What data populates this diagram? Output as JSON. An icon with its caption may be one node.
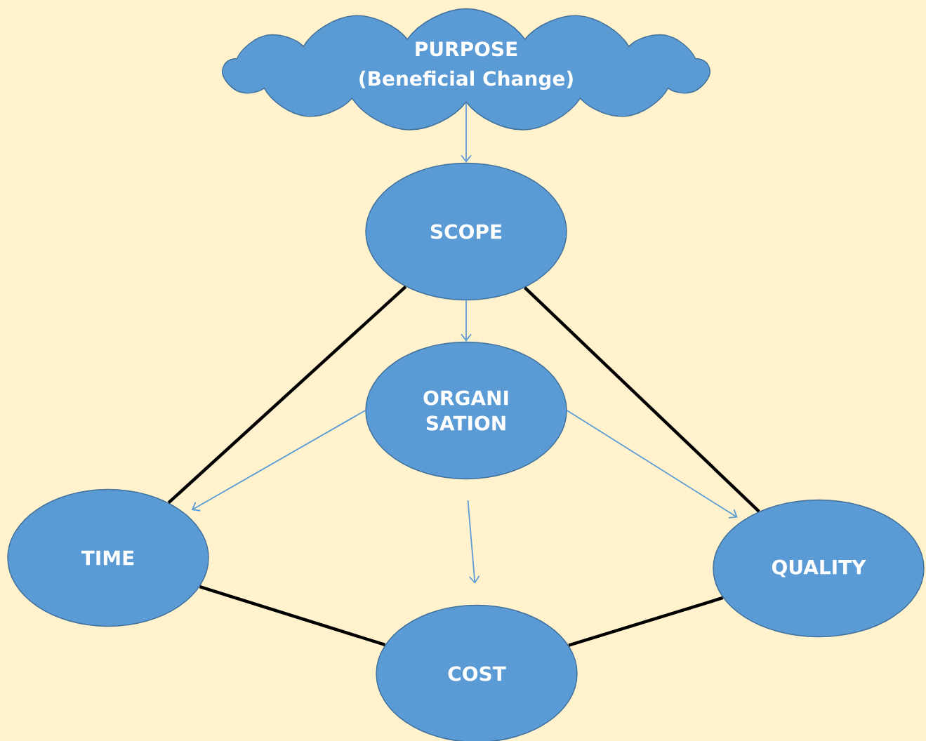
{
  "diagram": {
    "nodes": [
      {
        "text": [
          "PURPOSE",
          "(Beneficial Change)"
        ]
      },
      {
        "text": [
          "SCOPE"
        ]
      },
      {
        "text": [
          "ORGANI SATION"
        ]
      },
      {
        "text": [
          "TIME"
        ]
      },
      {
        "text": [
          "QUALITY"
        ]
      },
      {
        "text": [
          "COST"
        ]
      }
    ],
    "edges": [
      {
        "from": 0,
        "to": 1,
        "arrow": "to",
        "color": "#5b9bd5"
      },
      {
        "from": 1,
        "to": 2,
        "arrow": "to",
        "color": "#5b9bd5"
      },
      {
        "from": 2,
        "to": 3,
        "arrow": "to",
        "color": "#5b9bd5"
      },
      {
        "from": 2,
        "to": 4,
        "arrow": "to",
        "color": "#5b9bd5"
      },
      {
        "from": 2,
        "to": 5,
        "arrow": "to",
        "color": "#5b9bd5"
      },
      {
        "from": 1,
        "to": 3,
        "arrow": "none",
        "style": "thick",
        "color": "#000000"
      },
      {
        "from": 1,
        "to": 4,
        "arrow": "none",
        "style": "thick",
        "color": "#000000"
      },
      {
        "from": 3,
        "to": 5,
        "arrow": "none",
        "style": "thick",
        "color": "#000000"
      },
      {
        "from": 5,
        "to": 4,
        "arrow": "none",
        "style": "thick",
        "color": "#000000"
      }
    ]
  }
}
